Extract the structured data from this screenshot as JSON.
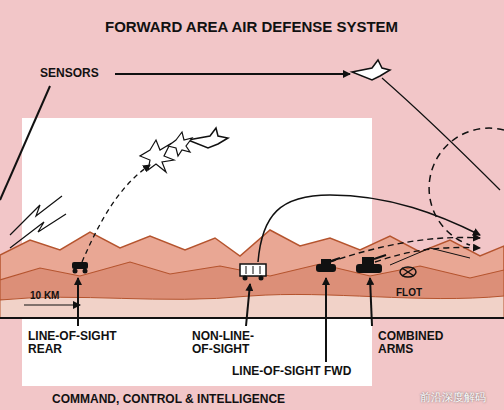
{
  "diagram": {
    "title": "FORWARD AREA AIR DEFENSE SYSTEM",
    "labels": [
      "SENSORS",
      "10 KM",
      "FLOT",
      "LINE-OF-SIGHT REAR",
      "NON-LINE-OF-SIGHT",
      "LINE-OF-SIGHT FWD",
      "COMBINED ARMS",
      "COMMAND, CONTROL & INTELLIGENCE",
      "前沿深度解码"
    ]
  }
}
